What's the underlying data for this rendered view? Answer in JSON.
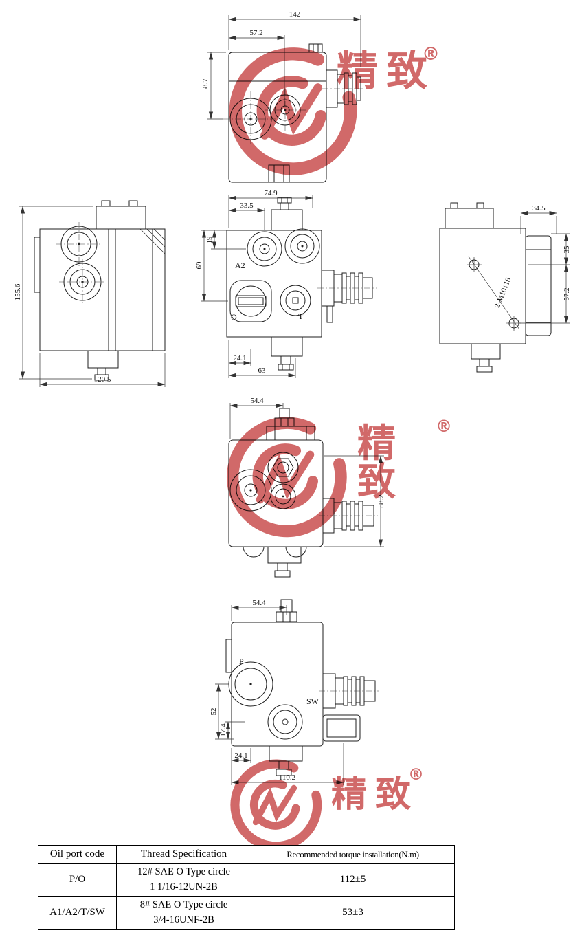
{
  "watermark": {
    "brand_chars": "精致",
    "registered_mark": "®",
    "color": "#c94f4f"
  },
  "top_view": {
    "dim_width_total": "142",
    "dim_width_port": "57.2",
    "dim_height": "58.7"
  },
  "left_view": {
    "dim_height_total": "155.6",
    "dim_width_total": "120.5"
  },
  "front_view": {
    "dim_width_total": "74.9",
    "dim_width_port": "33.5",
    "dim_port_drop": "19",
    "dim_port_o_drop": "69",
    "dim_o_offset": "24.1",
    "dim_t_offset": "63",
    "label_a2": "A2",
    "label_o": "O",
    "label_t": "T"
  },
  "right_view": {
    "dim_offset": "34.5",
    "dim_screw_top": "35",
    "dim_screw_span": "57.2",
    "thread_note": "2-M10↓18"
  },
  "bottom_view": {
    "dim_width": "54.4",
    "dim_height": "88.2"
  },
  "pport_view": {
    "dim_width": "54.4",
    "dim_p_drop": "52",
    "dim_sw_drop": "17.4",
    "dim_p_offset": "24.1",
    "dim_width_total": "110.2",
    "label_p": "P",
    "label_sw": "SW"
  },
  "table": {
    "headers": [
      "Oil port code",
      "Thread Specification",
      "Recommended torque installation(N.m)"
    ],
    "rows": [
      {
        "port": "P/O",
        "thread_line1": "12# SAE O Type circle",
        "thread_line2": "1 1/16-12UN-2B",
        "torque": "112±5"
      },
      {
        "port": "A1/A2/T/SW",
        "thread_line1": "8# SAE O Type circle",
        "thread_line2": "3/4-16UNF-2B",
        "torque": "53±3"
      }
    ]
  }
}
